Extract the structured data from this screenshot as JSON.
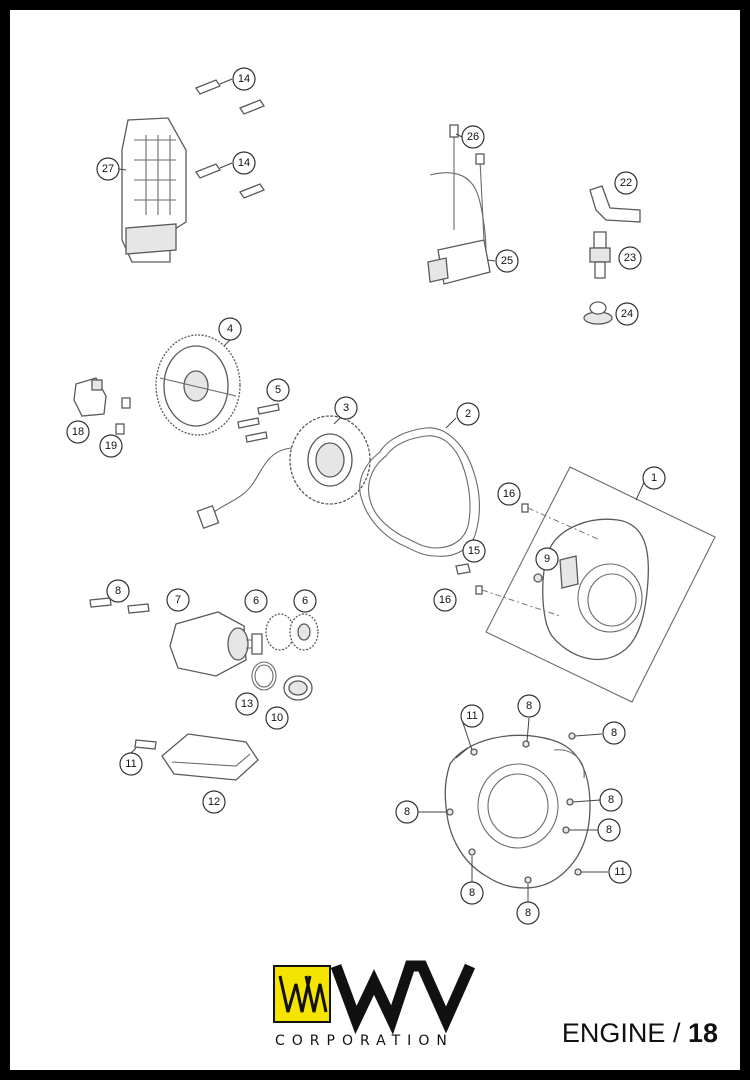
{
  "callouts": {
    "c14a": "14",
    "c14b": "14",
    "c27": "27",
    "c26": "26",
    "c22": "22",
    "c23": "23",
    "c25": "25",
    "c24": "24",
    "c4": "4",
    "c5": "5",
    "c3": "3",
    "c2": "2",
    "c1": "1",
    "c18": "18",
    "c19": "19",
    "c16a": "16",
    "c16b": "16",
    "c15": "15",
    "c9": "9",
    "c8a": "8",
    "c7": "7",
    "c6a": "6",
    "c6b": "6",
    "c13": "13",
    "c10": "10",
    "c11a": "11",
    "c12": "12",
    "c11b": "11",
    "c8b": "8",
    "c8c": "8",
    "c8d": "8",
    "c8e": "8",
    "c8f": "8",
    "c8g": "8",
    "c8h": "8",
    "c11c": "11"
  },
  "logo": {
    "subtitle": "CORPORATION",
    "brand_color": "#f5e400"
  },
  "footer": {
    "section": "ENGINE / ",
    "page": "18"
  }
}
